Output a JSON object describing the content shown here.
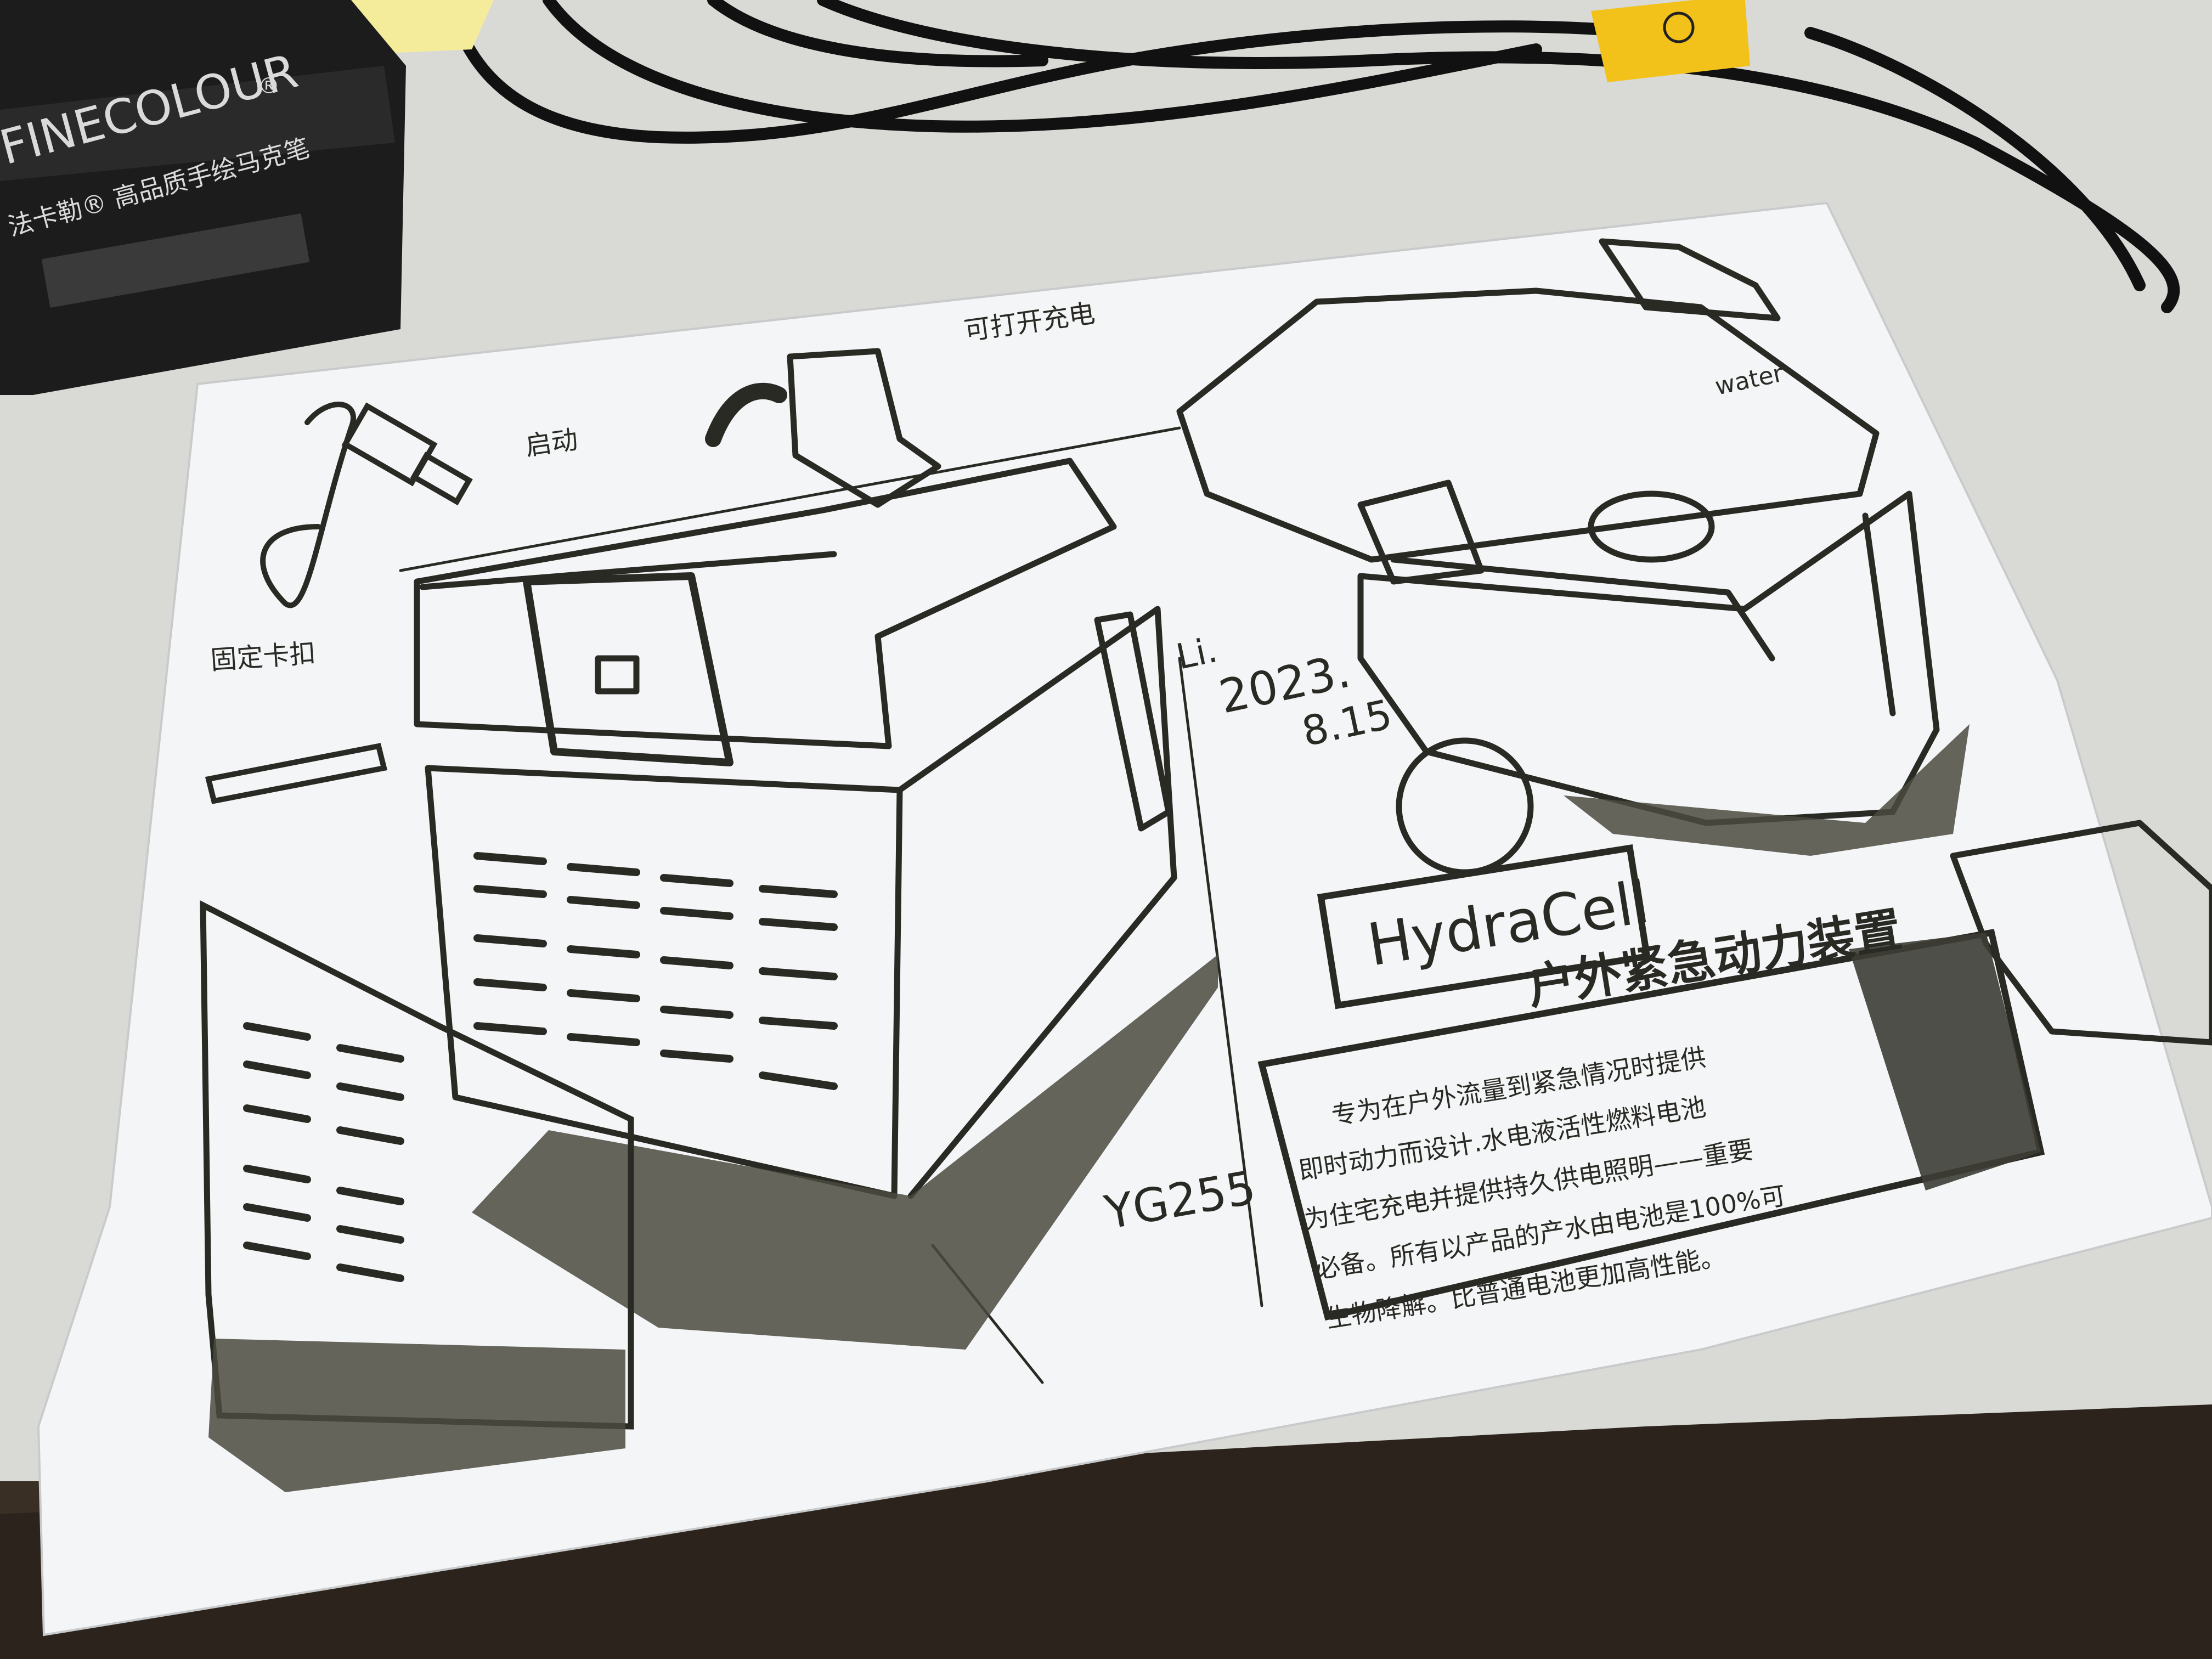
{
  "marker_case": {
    "brand": "FINECOLOUR",
    "registered": "®",
    "subtitle_cn": "法卡勒® 高品质手绘马克笔"
  },
  "sketch": {
    "annotations": {
      "handle_label": "可打开充电",
      "button_label": "启动",
      "lock_label": "固定卡扣",
      "water_label": "water"
    },
    "signature": {
      "name": "Li.",
      "year": "2023.",
      "date": "8.15"
    },
    "model_number": "YG255",
    "product_name": "HydraCell",
    "product_subtitle": "户外紧急动力装置",
    "description_lines": [
      "专为在户外流量到紧急情况时提供",
      "即时动力而设计.水电液活性燃料电池",
      "为住宅充电并提供持久供电照明——重要",
      "必备。所有以产品的产水由电池是100%可",
      "生物降解。比普通电池更加高性能。"
    ]
  },
  "colors": {
    "ink": "#2a2a24",
    "paper": "#f4f5f7",
    "desk": "#dcdcd8",
    "marker_case": "#1e1e1e",
    "sticky_tape": "#f2c21a"
  }
}
